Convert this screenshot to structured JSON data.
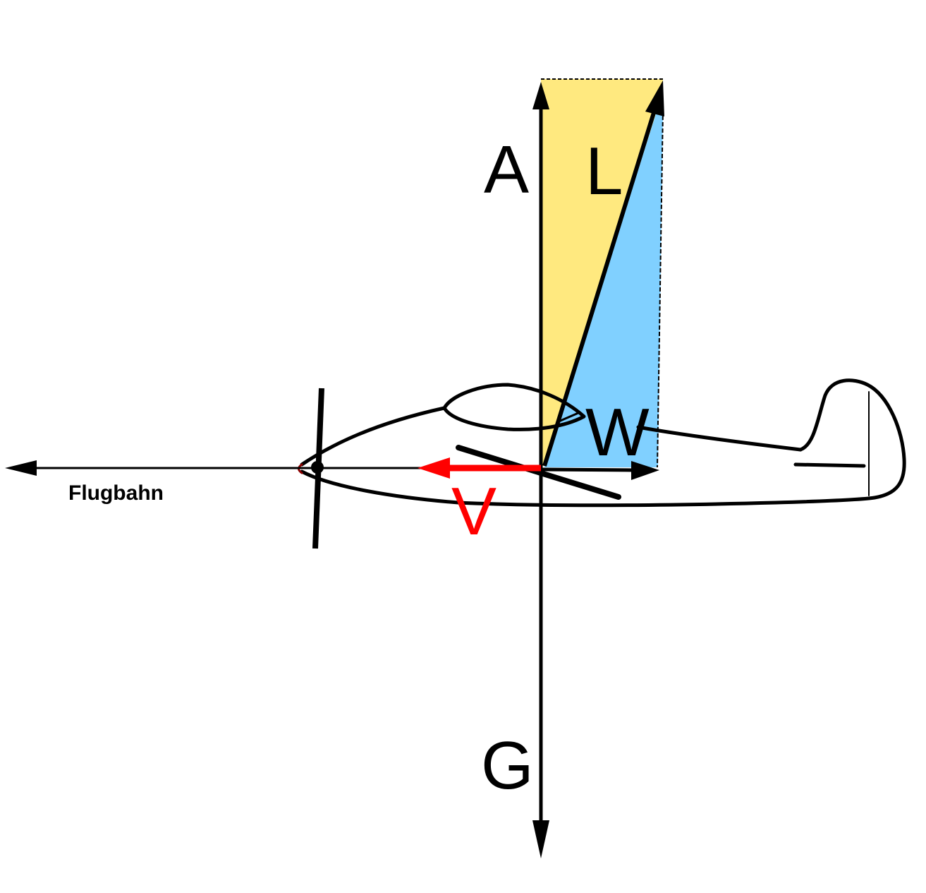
{
  "diagram": {
    "labels": {
      "lift": "A",
      "resultant": "L",
      "drag": "W",
      "weight": "G",
      "thrust": "V",
      "flight_path": "Flugbahn"
    },
    "colors": {
      "lift_region": "#FFE97F",
      "drag_region": "#80D0FF",
      "thrust_vector": "#FF0000",
      "lines": "#000000",
      "background": "#FFFFFF"
    }
  }
}
